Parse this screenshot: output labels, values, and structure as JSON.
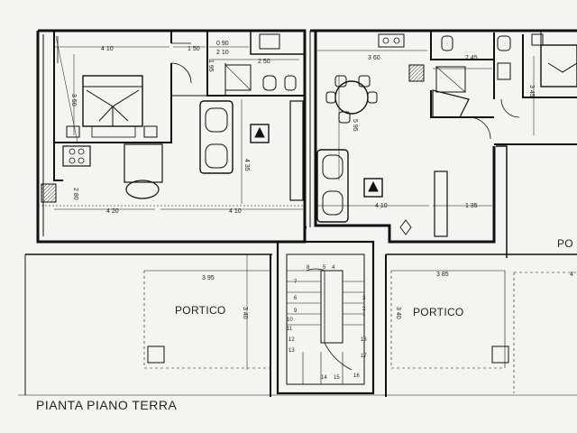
{
  "title": "PIANTA PIANO TERRA",
  "rooms": {
    "portico_left": "PORTICO",
    "portico_right": "PORTICO",
    "portico_far_right": "PO"
  },
  "dimensions": {
    "left_top_width": "4 10",
    "left_top_a": "1 50",
    "left_small_a": "0 90",
    "left_small_b": "2 10",
    "left_bath_w": "2 50",
    "left_bed_h": "3 50",
    "left_door_h": "1 95",
    "left_kitchen_h": "2 80",
    "left_bottom_a": "4 20",
    "left_bottom_b": "4 10",
    "left_living_h": "4 35",
    "right_top_a": "3 60",
    "right_top_b": "2 45",
    "right_top_c": "3 45",
    "right_living_h": "5 95",
    "right_bottom_a": "4 10",
    "right_bottom_b": "1 35",
    "portico_left_w": "3 95",
    "portico_left_h": "3 40",
    "portico_right_w": "3 85",
    "portico_right_h": "3 40",
    "far_right_dim": "4"
  },
  "stair_numbers": [
    "8",
    "5",
    "4",
    "3",
    "7",
    "2",
    "6",
    "1",
    "9",
    "10",
    "11",
    "12",
    "18",
    "13",
    "17",
    "14",
    "15",
    "16"
  ]
}
